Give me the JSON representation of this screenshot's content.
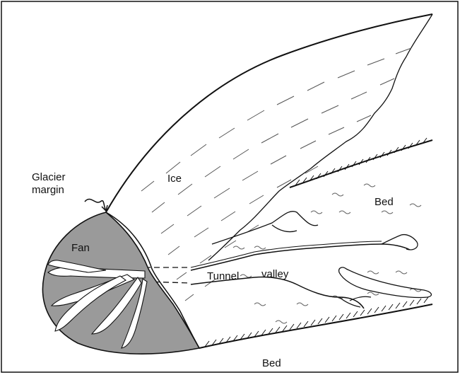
{
  "labels": {
    "glacier_margin_line1": "Glacier",
    "glacier_margin_line2": "margin",
    "ice": "Ice",
    "fan": "Fan",
    "bed_upper": "Bed",
    "bed_lower": "Bed",
    "tunnel": "Tunnel",
    "valley": "valley"
  },
  "colors": {
    "outline": "#111111",
    "fan_fill": "#9a9a9a",
    "background": "#ffffff"
  }
}
